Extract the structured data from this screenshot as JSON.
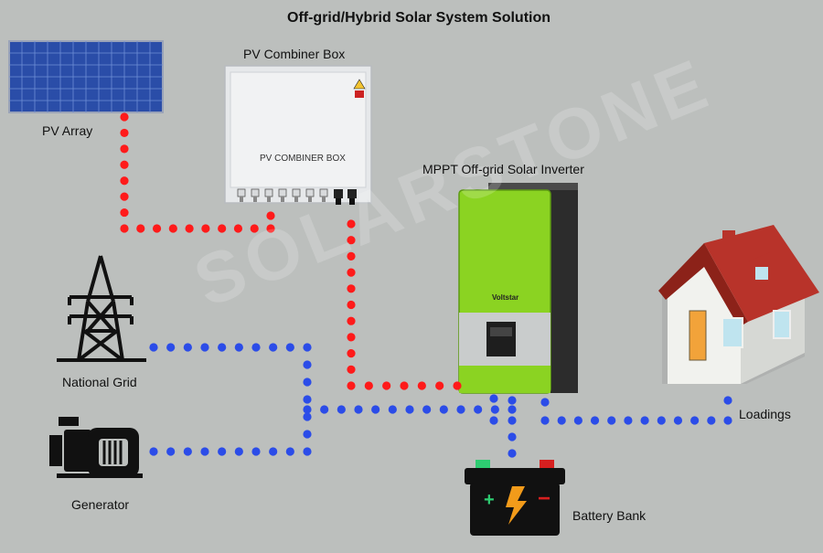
{
  "title": "Off-grid/Hybrid Solar System Solution",
  "watermark": "SOLARSTONE",
  "labels": {
    "pv_array": "PV Array",
    "combiner_box": "PV Combiner Box",
    "combiner_box_front": "PV COMBINER BOX",
    "inverter": "MPPT Off-grid Solar Inverter",
    "inverter_brand": "Voltstar",
    "national_grid": "National Grid",
    "generator": "Generator",
    "battery_bank": "Battery Bank",
    "loadings": "Loadings"
  },
  "colors": {
    "background": "#bcbfbd",
    "dc_line": "#ff1a1a",
    "ac_line": "#2b4ce8",
    "inverter_body": "#8bd322",
    "panel": "#2a4da8",
    "battery": "#1a1a1a",
    "roof": "#b8332a"
  },
  "icons": {
    "pv_array": "solar-panel-icon",
    "national_grid": "transmission-tower-icon",
    "generator": "generator-icon",
    "battery": "battery-icon",
    "house": "house-icon"
  }
}
